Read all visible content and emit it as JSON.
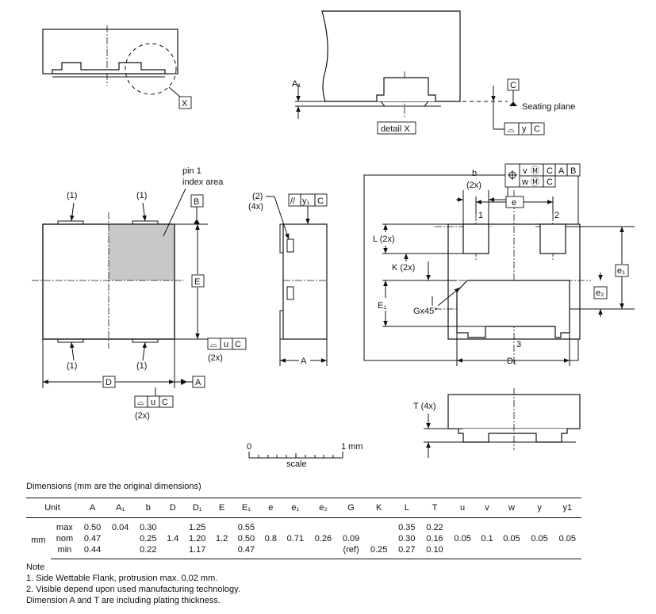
{
  "drawing": {
    "detail_ref": "X",
    "detail_label": "detail X",
    "seating_plane": "Seating plane",
    "datum_a": "A",
    "datum_b": "B",
    "datum_c": "C",
    "dim_a1": "A₁",
    "pin1_index_l1": "pin 1",
    "pin1_index_l2": "index area",
    "footnote_1": "(1)",
    "footnote_2": "(2)",
    "count_4x": "(4x)",
    "count_2x": "(2x)",
    "dim_e": "E",
    "dim_d": "D",
    "dim_a": "A",
    "dim_b": "b",
    "dim_e_pitch": "e",
    "dim_d1": "D₁",
    "dim_e1": "E₁",
    "dim_e1_pitch": "e₁",
    "dim_e2_pitch": "e₂",
    "dim_l": "L (2x)",
    "dim_k": "K (2x)",
    "dim_g": "Gx45°",
    "dim_t": "T (4x)",
    "pin_1": "1",
    "pin_2": "2",
    "pin_3": "3",
    "fcf_profile_u_c": [
      "⌓",
      "u",
      "C"
    ],
    "fcf_profile_y_c": [
      "⌓",
      "y",
      "C"
    ],
    "fcf_parallel_y1_c": [
      "//",
      "y₁",
      "C"
    ],
    "fcf_position_row1": [
      "v",
      "Ⓜ",
      "C",
      "A",
      "B"
    ],
    "fcf_position_row2": [
      "w",
      "Ⓜ",
      "C"
    ],
    "scale_zero": "0",
    "scale_one": "1 mm",
    "scale_label": "scale"
  },
  "dimensions": {
    "caption": "Dimensions (mm are the original dimensions)",
    "headers": [
      "Unit",
      "A",
      "A₁",
      "b",
      "D",
      "D₁",
      "E",
      "E₁",
      "e",
      "e₁",
      "e₂",
      "G",
      "K",
      "L",
      "T",
      "u",
      "v",
      "w",
      "y",
      "y1"
    ],
    "unit": "mm",
    "rows": [
      {
        "label": "max",
        "A": "0.50",
        "A1": "0.04",
        "b": "0.30",
        "D": "",
        "D1": "1.25",
        "E": "",
        "E1": "0.55",
        "e": "",
        "e1": "",
        "e2": "",
        "G": "",
        "K": "",
        "L": "0.35",
        "T": "0.22",
        "u": "",
        "v": "",
        "w": "",
        "y": "",
        "y1": ""
      },
      {
        "label": "nom",
        "A": "0.47",
        "A1": "",
        "b": "0.25",
        "D": "1.4",
        "D1": "1.20",
        "E": "1.2",
        "E1": "0.50",
        "e": "0.8",
        "e1": "0.71",
        "e2": "0.26",
        "G": "0.09",
        "K": "",
        "L": "0.30",
        "T": "0.16",
        "u": "0.05",
        "v": "0.1",
        "w": "0.05",
        "y": "0.05",
        "y1": "0.05"
      },
      {
        "label": "min",
        "A": "0.44",
        "A1": "",
        "b": "0.22",
        "D": "",
        "D1": "1.17",
        "E": "",
        "E1": "0.47",
        "e": "",
        "e1": "",
        "e2": "",
        "G": "(ref)",
        "K": "0.25",
        "L": "0.27",
        "T": "0.10",
        "u": "",
        "v": "",
        "w": "",
        "y": "",
        "y1": ""
      }
    ]
  },
  "notes": {
    "title": "Note",
    "items": [
      "1. Side Wettable Flank, protrusion max. 0.02 mm.",
      "2. Visible depend upon used manufacturing technology.",
      "Dimension A and T are including plating thickness."
    ]
  }
}
